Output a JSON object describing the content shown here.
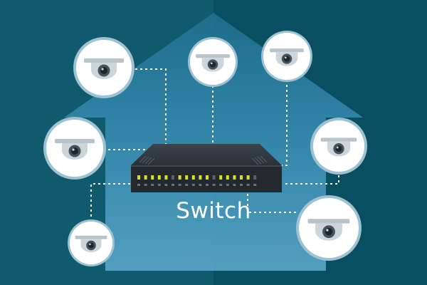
{
  "diagram": {
    "switch_label": "Switch",
    "cameras": [
      {
        "id": "camera-1"
      },
      {
        "id": "camera-2"
      },
      {
        "id": "camera-3"
      },
      {
        "id": "camera-4"
      },
      {
        "id": "camera-5"
      },
      {
        "id": "camera-6"
      },
      {
        "id": "camera-7"
      },
      {
        "id": "camera-8"
      }
    ],
    "connection_style": "dotted-white",
    "port_led_color": "#d8e021"
  },
  "colors": {
    "background_left": "#0f5a6c",
    "background_right": "#0a4f61",
    "house": "#2f86a8",
    "switch_body": "#2a3036",
    "camera_circle_fill": "#ffffff",
    "camera_circle_ring": "#9fc2d2"
  }
}
